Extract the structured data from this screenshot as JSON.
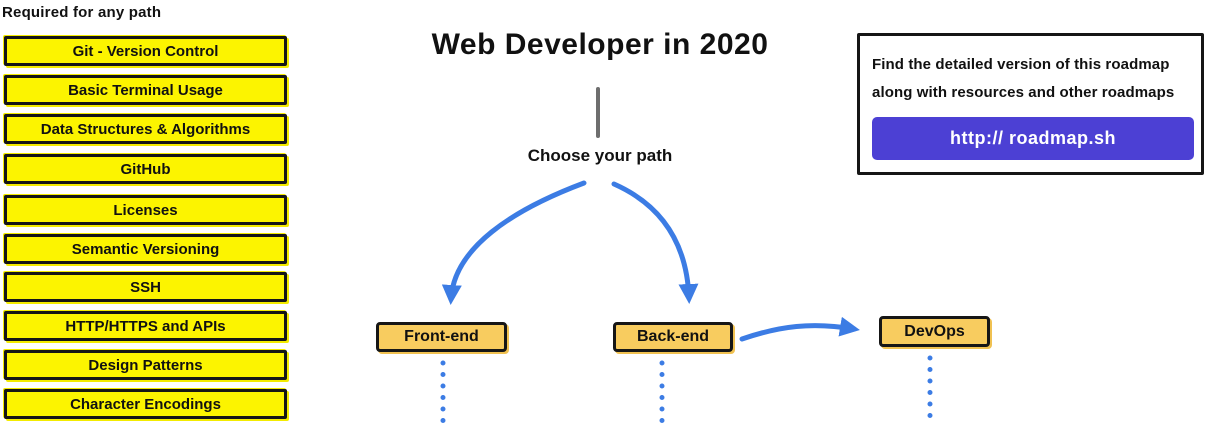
{
  "left_panel": {
    "heading": "Required for any path",
    "items": [
      "Git - Version Control",
      "Basic Terminal Usage",
      "Data Structures & Algorithms",
      "GitHub",
      "Licenses",
      "Semantic Versioning",
      "SSH",
      "HTTP/HTTPS and APIs",
      "Design Patterns",
      "Character Encodings"
    ]
  },
  "center": {
    "title": "Web Developer in 2020",
    "choose_label": "Choose your path",
    "paths": [
      {
        "label": "Front-end"
      },
      {
        "label": "Back-end"
      },
      {
        "label": "DevOps"
      }
    ]
  },
  "info_box": {
    "line1": "Find the detailed version of this roadmap",
    "line2": "along with resources and other roadmaps",
    "button_label": "http:// roadmap.sh"
  },
  "colors": {
    "required_node_fill": "#FCF400",
    "path_node_fill": "#F8CC5F",
    "arrow_blue": "#3C7CE4",
    "button_purple": "#4C40D4",
    "border_black": "#161616",
    "divider_gray": "#6E6E6E"
  }
}
